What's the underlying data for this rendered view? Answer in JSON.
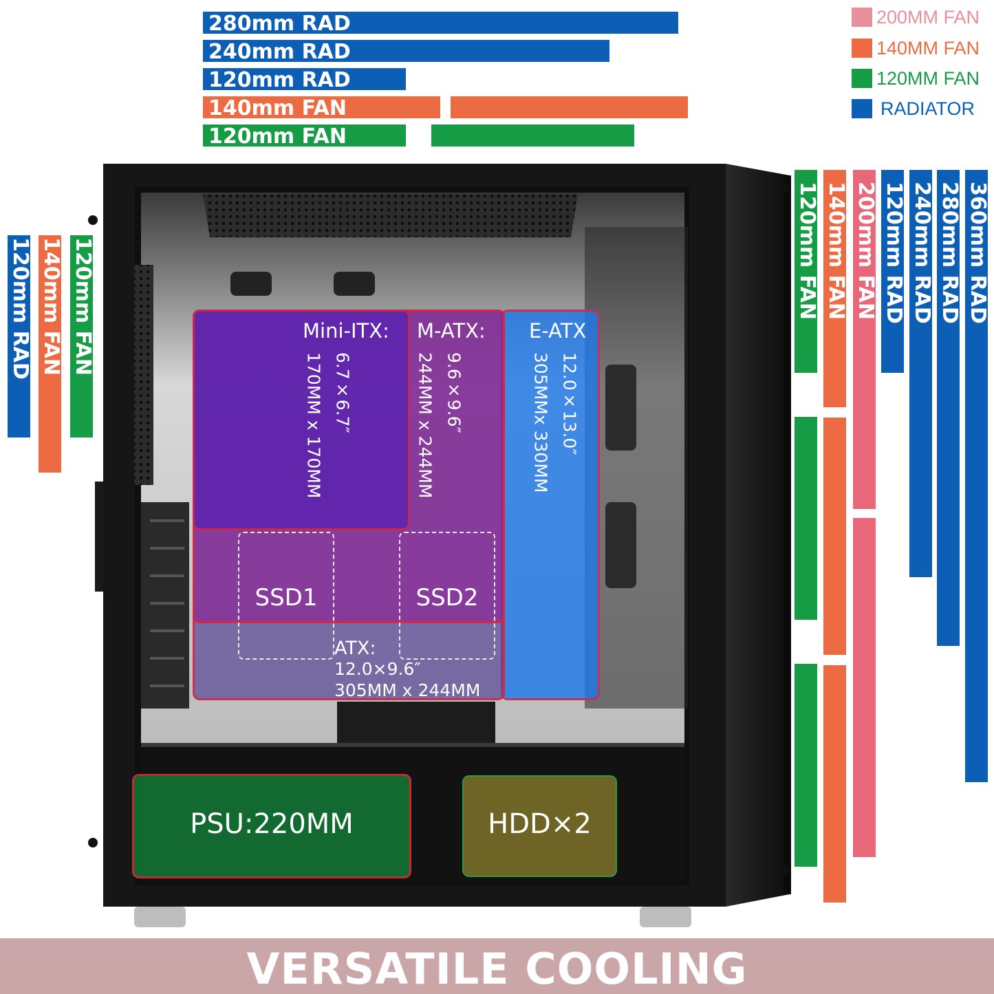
{
  "colors": {
    "radiator": "#0d5fb5",
    "fan140": "#ec6b42",
    "fan120": "#159c45",
    "fan200": "#e8687a",
    "fan200_legend": "#e78f9a",
    "footer_bg": "#caa6a8"
  },
  "legend": {
    "items": [
      {
        "label": "200MM FAN",
        "color": "#e78f9a"
      },
      {
        "label": "140MM FAN",
        "color": "#ec6b42"
      },
      {
        "label": "120MM FAN",
        "color": "#159c45"
      },
      {
        "label": "RADIATOR",
        "color": "#0d5fb5"
      }
    ]
  },
  "top_mounts": {
    "rad280": "280mm RAD",
    "rad240": "240mm RAD",
    "rad120": "120mm RAD",
    "fan140": "140mm FAN",
    "fan120": "120mm FAN"
  },
  "rear_mounts": {
    "rad120": "120mm RAD",
    "fan140": "140mm FAN",
    "fan120": "120mm FAN"
  },
  "front_mounts": {
    "fan120": "120mm FAN",
    "fan140": "140mm FAN",
    "fan200": "200mm FAN",
    "rad120": "120mm RAD",
    "rad240": "240mm RAD",
    "rad280": "280mm RAD",
    "rad360": "360mm RAD"
  },
  "boards": {
    "mini_itx": {
      "title": "Mini-ITX:",
      "inch": "6.7×6.7″",
      "mm": "170MM x 170MM"
    },
    "m_atx": {
      "title": "M-ATX:",
      "inch": "9.6×9.6″",
      "mm": "244MM x 244MM"
    },
    "e_atx": {
      "title": "E-ATX",
      "inch": "12.0×13.0″",
      "mm": "305MMx 330MM"
    },
    "atx": {
      "title": "ATX:",
      "inch": "12.0×9.6″",
      "mm": "305MM x 244MM"
    }
  },
  "storage": {
    "ssd1": "SSD1",
    "ssd2": "SSD2",
    "psu": "PSU:220MM",
    "hdd": "HDD×2"
  },
  "footer": {
    "text": "VERSATILE COOLING"
  }
}
